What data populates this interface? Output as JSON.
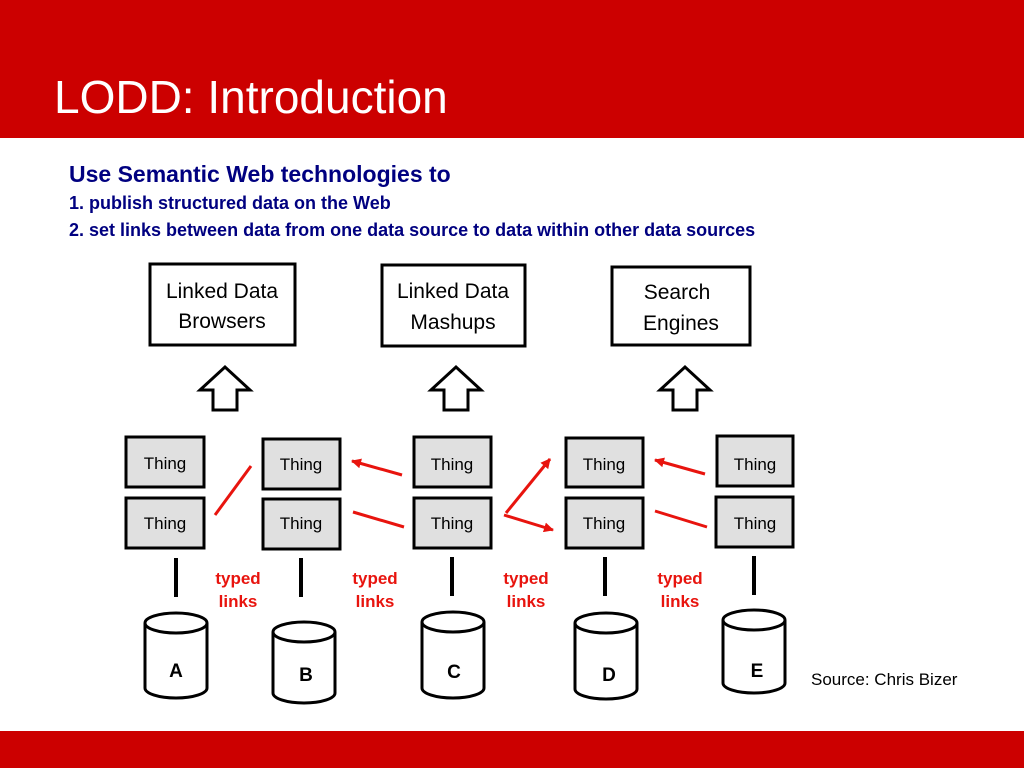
{
  "slide": {
    "title": "LODD: Introduction",
    "intro_heading": "Use Semantic Web technologies to",
    "intro_items": [
      "1. publish structured data on the Web",
      "2. set links between data from one data source to data within other data sources"
    ],
    "source": "Source: Chris Bizer"
  },
  "apps": [
    {
      "line1": "Linked Data",
      "line2": "Browsers"
    },
    {
      "line1": "Linked Data",
      "line2": "Mashups"
    },
    {
      "line1": "Search",
      "line2": "Engines"
    }
  ],
  "thing_label": "Thing",
  "typed_links": {
    "line1": "typed",
    "line2": "links"
  },
  "databases": [
    "A",
    "B",
    "C",
    "D",
    "E"
  ],
  "colors": {
    "banner": "#cc0000",
    "heading_text": "#000080",
    "link_arrow": "#e8140e",
    "thing_fill": "#e0e0e0"
  },
  "icons": [
    "up-arrow-icon",
    "database-icon",
    "link-arrow-icon"
  ]
}
